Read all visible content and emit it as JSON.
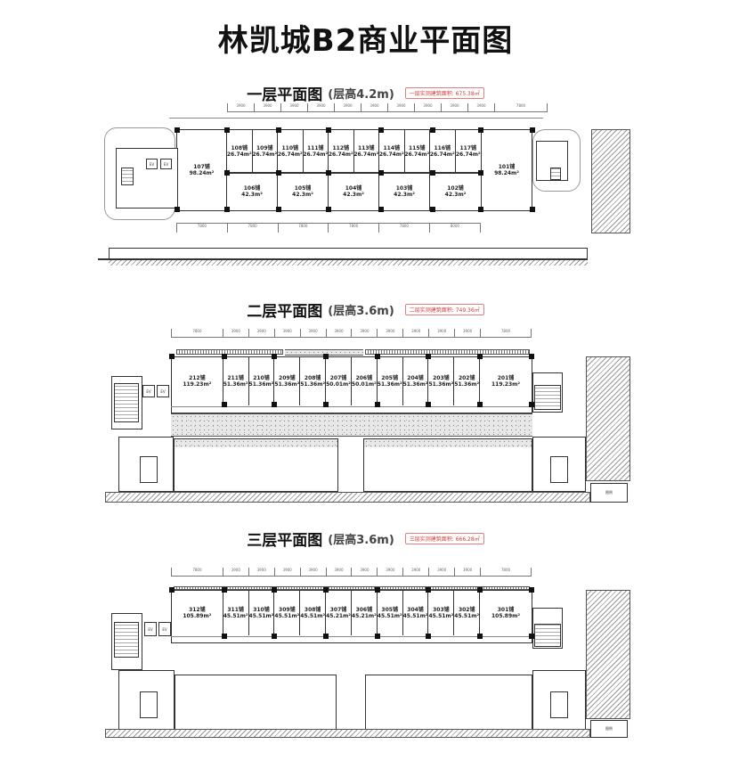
{
  "title": "林凯城B2商业平面图",
  "floors": [
    {
      "id": "f1",
      "title": "一层平面图",
      "height_label": "(层高4.2m)",
      "area_label": "一层实测建筑面积: 675.38㎡",
      "top_dimensions": [
        "3900",
        "3900",
        "3900",
        "3900",
        "3900",
        "3900",
        "3900",
        "3900",
        "3900",
        "3900",
        "7800"
      ],
      "bottom_dimensions": [
        "7800",
        "7800",
        "7800",
        "7800",
        "7800",
        "8000"
      ],
      "units_front": [
        {
          "name": "108铺",
          "area": "26.74m²"
        },
        {
          "name": "109铺",
          "area": "26.74m²"
        },
        {
          "name": "110铺",
          "area": "26.74m²"
        },
        {
          "name": "111铺",
          "area": "26.74m²"
        },
        {
          "name": "112铺",
          "area": "26.74m²"
        },
        {
          "name": "113铺",
          "area": "26.74m²"
        },
        {
          "name": "114铺",
          "area": "26.74m²"
        },
        {
          "name": "115铺",
          "area": "26.74m²"
        },
        {
          "name": "116铺",
          "area": "26.74m²"
        },
        {
          "name": "117铺",
          "area": "26.74m²"
        }
      ],
      "units_back": [
        {
          "name": "106铺",
          "area": "42.3m²"
        },
        {
          "name": "105铺",
          "area": "42.3m²"
        },
        {
          "name": "104铺",
          "area": "42.3m²"
        },
        {
          "name": "103铺",
          "area": "42.3m²"
        },
        {
          "name": "102铺",
          "area": "42.3m²"
        }
      ],
      "end_units": [
        {
          "name": "107铺",
          "area": "98.24m²"
        },
        {
          "name": "101铺",
          "area": "98.24m²"
        }
      ]
    },
    {
      "id": "f2",
      "title": "二层平面图",
      "height_label": "(层高3.6m)",
      "area_label": "二层实测建筑面积: 749.36㎡",
      "top_dimensions": [
        "7800",
        "3900",
        "3900",
        "3900",
        "3900",
        "3900",
        "3900",
        "3900",
        "3900",
        "3900",
        "3900",
        "7800"
      ],
      "units": [
        {
          "name": "212铺",
          "area": "119.23m²"
        },
        {
          "name": "211铺",
          "area": "51.36m²"
        },
        {
          "name": "210铺",
          "area": "51.36m²"
        },
        {
          "name": "209铺",
          "area": "51.36m²"
        },
        {
          "name": "208铺",
          "area": "51.36m²"
        },
        {
          "name": "207铺",
          "area": "50.01m²"
        },
        {
          "name": "206铺",
          "area": "50.01m²"
        },
        {
          "name": "205铺",
          "area": "51.36m²"
        },
        {
          "name": "204铺",
          "area": "51.36m²"
        },
        {
          "name": "203铺",
          "area": "51.36m²"
        },
        {
          "name": "202铺",
          "area": "51.36m²"
        },
        {
          "name": "201铺",
          "area": "119.23m²"
        }
      ]
    },
    {
      "id": "f3",
      "title": "三层平面图",
      "height_label": "(层高3.6m)",
      "area_label": "三层实测建筑面积: 666.28㎡",
      "top_dimensions": [
        "7800",
        "3900",
        "3900",
        "3900",
        "3900",
        "3900",
        "3900",
        "3900",
        "3900",
        "3900",
        "3900",
        "7800"
      ],
      "units": [
        {
          "name": "312铺",
          "area": "105.89m²"
        },
        {
          "name": "311铺",
          "area": "45.51m²"
        },
        {
          "name": "310铺",
          "area": "45.51m²"
        },
        {
          "name": "309铺",
          "area": "45.51m²"
        },
        {
          "name": "308铺",
          "area": "45.51m²"
        },
        {
          "name": "307铺",
          "area": "45.21m²"
        },
        {
          "name": "306铺",
          "area": "45.21m²"
        },
        {
          "name": "305铺",
          "area": "45.51m²"
        },
        {
          "name": "304铺",
          "area": "45.51m²"
        },
        {
          "name": "303铺",
          "area": "45.51m²"
        },
        {
          "name": "302铺",
          "area": "45.51m²"
        },
        {
          "name": "301铺",
          "area": "105.89m²"
        }
      ]
    }
  ],
  "colors": {
    "area_label": "#d23b3b",
    "wall": "#333333",
    "column": "#111111"
  }
}
